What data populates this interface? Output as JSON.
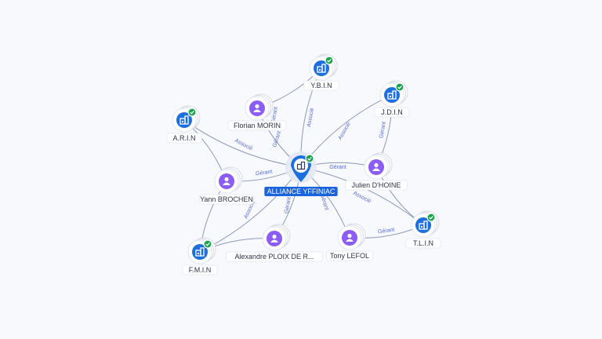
{
  "colors": {
    "company": "#1d6fe0",
    "person": "#8b5cf6",
    "badge": "#16a34a",
    "edge": "#8e98b8",
    "edge_label": "#5a6cd6",
    "center_label_bg": "#1a63dc",
    "background": "#f7f9fd"
  },
  "center": {
    "id": "alliance",
    "label": "ALLIANCE YFFINIAC",
    "kind": "company",
    "verified": true,
    "icon": "building-icon"
  },
  "nodes": [
    {
      "id": "ybin",
      "label": "Y.B.I.N",
      "kind": "company",
      "verified": true,
      "icon": "building-icon"
    },
    {
      "id": "jdin",
      "label": "J.D.I.N",
      "kind": "company",
      "verified": true,
      "icon": "building-icon"
    },
    {
      "id": "arin",
      "label": "A.R.I.N",
      "kind": "company",
      "verified": true,
      "icon": "building-icon"
    },
    {
      "id": "florian",
      "label": "Florian MORIN",
      "kind": "person",
      "verified": false,
      "icon": "person-icon"
    },
    {
      "id": "julien",
      "label": "Julien D'HOINE",
      "kind": "person",
      "verified": false,
      "icon": "person-icon"
    },
    {
      "id": "yann",
      "label": "Yann BROCHEN",
      "kind": "person",
      "verified": false,
      "icon": "person-icon"
    },
    {
      "id": "tlin",
      "label": "T.L.I.N",
      "kind": "company",
      "verified": true,
      "icon": "building-icon"
    },
    {
      "id": "fmin",
      "label": "F.M.I.N",
      "kind": "company",
      "verified": true,
      "icon": "building-icon"
    },
    {
      "id": "alexandre",
      "label": "Alexandre PLOIX DE R...",
      "kind": "person",
      "verified": false,
      "icon": "person-icon"
    },
    {
      "id": "tony",
      "label": "Tony LEFOL",
      "kind": "person",
      "verified": false,
      "icon": "person-icon"
    }
  ],
  "edges": [
    {
      "from": "ybin",
      "to": "alliance",
      "label": "Associé"
    },
    {
      "from": "jdin",
      "to": "alliance",
      "label": "Associé"
    },
    {
      "from": "arin",
      "to": "alliance",
      "label": "Associé"
    },
    {
      "from": "florian",
      "to": "alliance",
      "label": "Gérant"
    },
    {
      "from": "julien",
      "to": "alliance",
      "label": "Gérant"
    },
    {
      "from": "yann",
      "to": "alliance",
      "label": "Gérant"
    },
    {
      "from": "alexandre",
      "to": "alliance",
      "label": "Gérant"
    },
    {
      "from": "tony",
      "to": "alliance",
      "label": "Gérant"
    },
    {
      "from": "tlin",
      "to": "alliance",
      "label": "Associé"
    },
    {
      "from": "fmin",
      "to": "alliance",
      "label": "Associé"
    },
    {
      "from": "julien",
      "to": "jdin",
      "label": "Gérant"
    },
    {
      "from": "florian",
      "to": "ybin",
      "label": "Gérant"
    },
    {
      "from": "tony",
      "to": "tlin",
      "label": "Gérant"
    },
    {
      "from": "yann",
      "to": "arin",
      "label": ""
    },
    {
      "from": "yann",
      "to": "fmin",
      "label": ""
    },
    {
      "from": "alexandre",
      "to": "fmin",
      "label": ""
    },
    {
      "from": "julien",
      "to": "tlin",
      "label": ""
    }
  ]
}
